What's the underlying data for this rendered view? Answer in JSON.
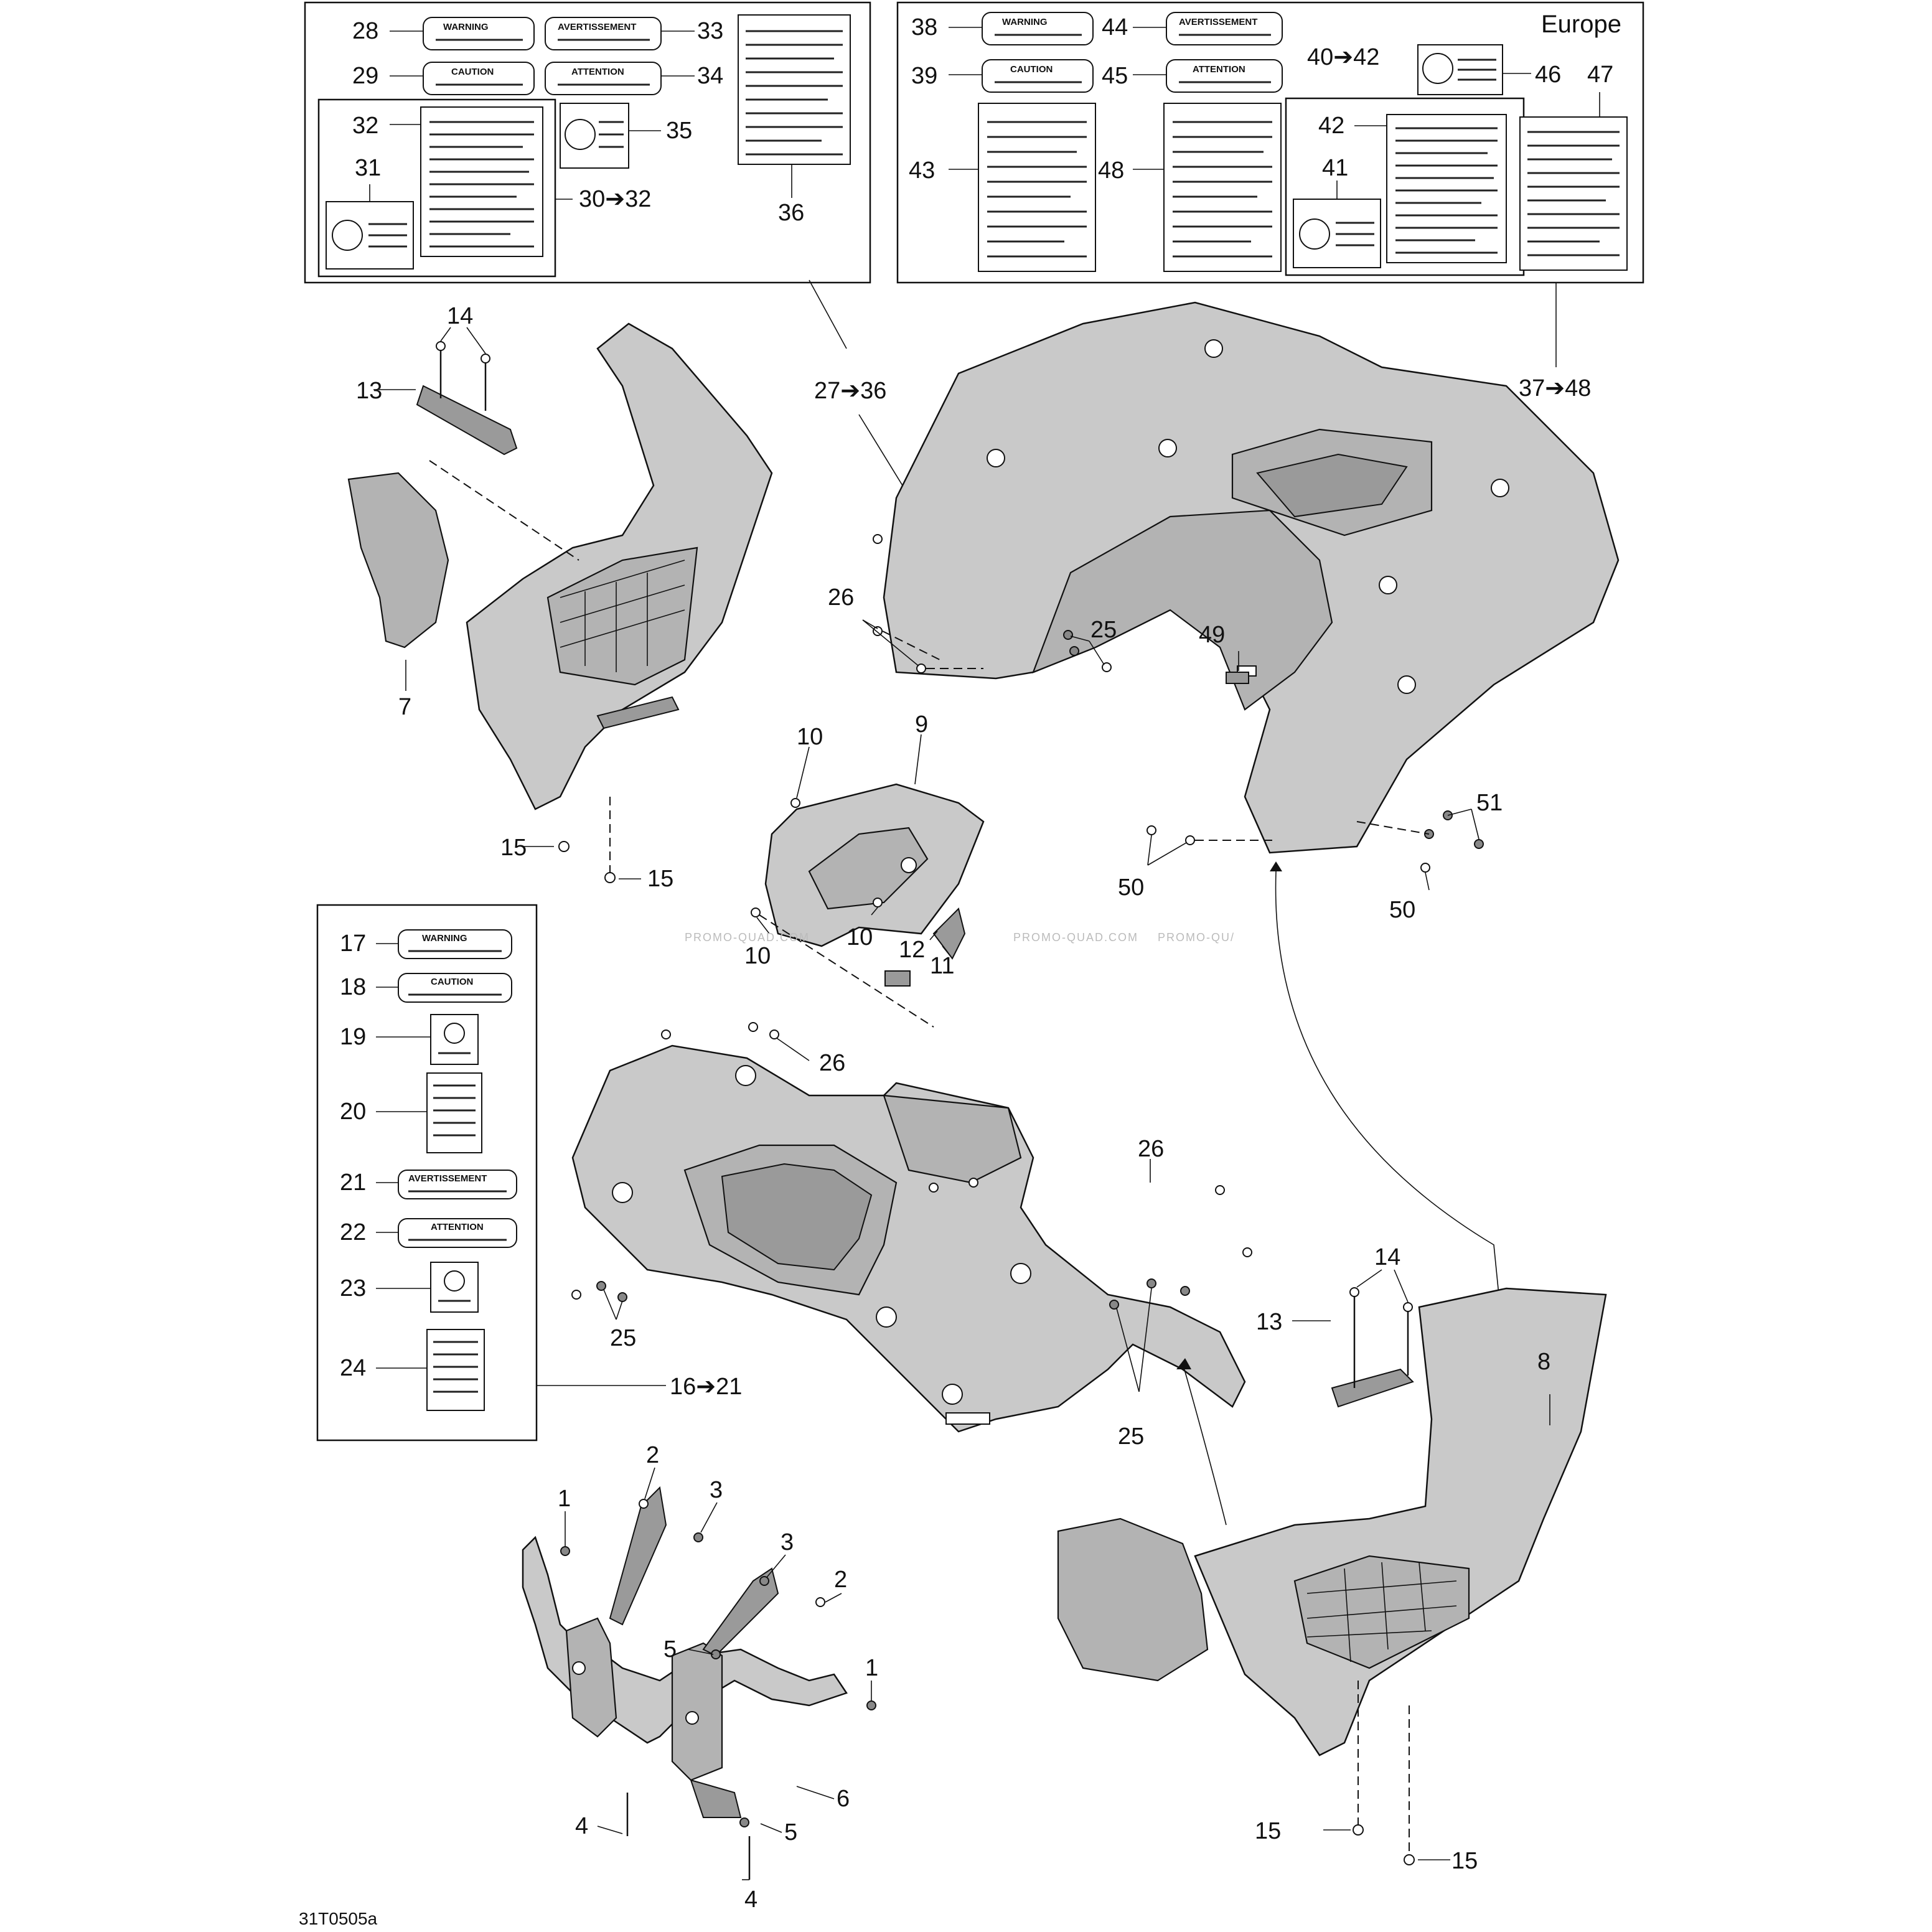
{
  "region_label": "Europe",
  "drawing_code": "31T0505a",
  "watermarks": [
    "PROMO-QUAD.COM",
    "PROMO-QUAD.COM",
    "PROMO-QU/"
  ],
  "warning_labels": {
    "warning": "WARNING",
    "caution": "CAUTION",
    "avertissement": "AVERTISSEMENT",
    "attention": "ATTENTION"
  },
  "callouts": {
    "c1a": "1",
    "c1b": "1",
    "c2a": "2",
    "c2b": "2",
    "c3a": "3",
    "c3b": "3",
    "c4a": "4",
    "c4b": "4",
    "c5a": "5",
    "c5b": "5",
    "c6": "6",
    "c7": "7",
    "c8": "8",
    "c9": "9",
    "c10a": "10",
    "c10b": "10",
    "c10c": "10",
    "c11": "11",
    "c12": "12",
    "c13a": "13",
    "c13b": "13",
    "c14a": "14",
    "c14b": "14",
    "c15a": "15",
    "c15b": "15",
    "c15c": "15",
    "c15d": "15",
    "c16_21": "16➔21",
    "c17": "17",
    "c18": "18",
    "c19": "19",
    "c20": "20",
    "c21": "21",
    "c22": "22",
    "c23": "23",
    "c24": "24",
    "c25a": "25",
    "c25b": "25",
    "c25c": "25",
    "c26a": "26",
    "c26b": "26",
    "c26c": "26",
    "c27_36": "27➔36",
    "c28": "28",
    "c29": "29",
    "c30_32": "30➔32",
    "c31": "31",
    "c32": "32",
    "c33": "33",
    "c34": "34",
    "c35": "35",
    "c36": "36",
    "c37_48": "37➔48",
    "c38": "38",
    "c39": "39",
    "c40_42": "40➔42",
    "c41": "41",
    "c42": "42",
    "c43": "43",
    "c44": "44",
    "c45": "45",
    "c46": "46",
    "c47": "47",
    "c48": "48",
    "c49": "49",
    "c50a": "50",
    "c50b": "50",
    "c51": "51"
  }
}
